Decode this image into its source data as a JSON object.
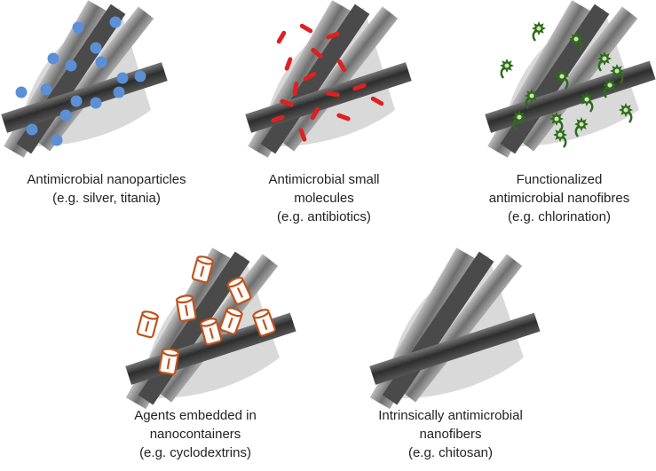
{
  "colors": {
    "nanoparticle": "#5b8fd6",
    "small_molecule": "#e02020",
    "functional_group": "#2e6b1e",
    "functional_center": "#cfe7a8",
    "nanocontainer": "#c0521a",
    "fiber_dark": "#3a3a3a",
    "fiber_light": "#8a8a8a"
  },
  "panels": [
    {
      "id": "nanoparticles",
      "icon": "nanoparticle-dots",
      "caption": [
        "Antimicrobial nanoparticles",
        "(e.g. silver, titania)"
      ]
    },
    {
      "id": "small-molecules",
      "icon": "small-molecule-dashes",
      "caption": [
        "Antimicrobial small",
        "molecules",
        "(e.g. antibiotics)"
      ]
    },
    {
      "id": "functionalized",
      "icon": "functional-group-stars",
      "caption": [
        "Functionalized",
        "antimicrobial nanofibres",
        "(e.g. chlorination)"
      ]
    },
    {
      "id": "nanocontainers",
      "icon": "nanocontainer-cylinders",
      "caption": [
        "Agents embedded in",
        "nanocontainers",
        "(e.g. cyclodextrins)"
      ]
    },
    {
      "id": "intrinsic",
      "icon": "bare-fibers",
      "caption": [
        "Intrinsically antimicrobial",
        "nanofibers",
        "(e.g. chitosan)"
      ]
    }
  ]
}
